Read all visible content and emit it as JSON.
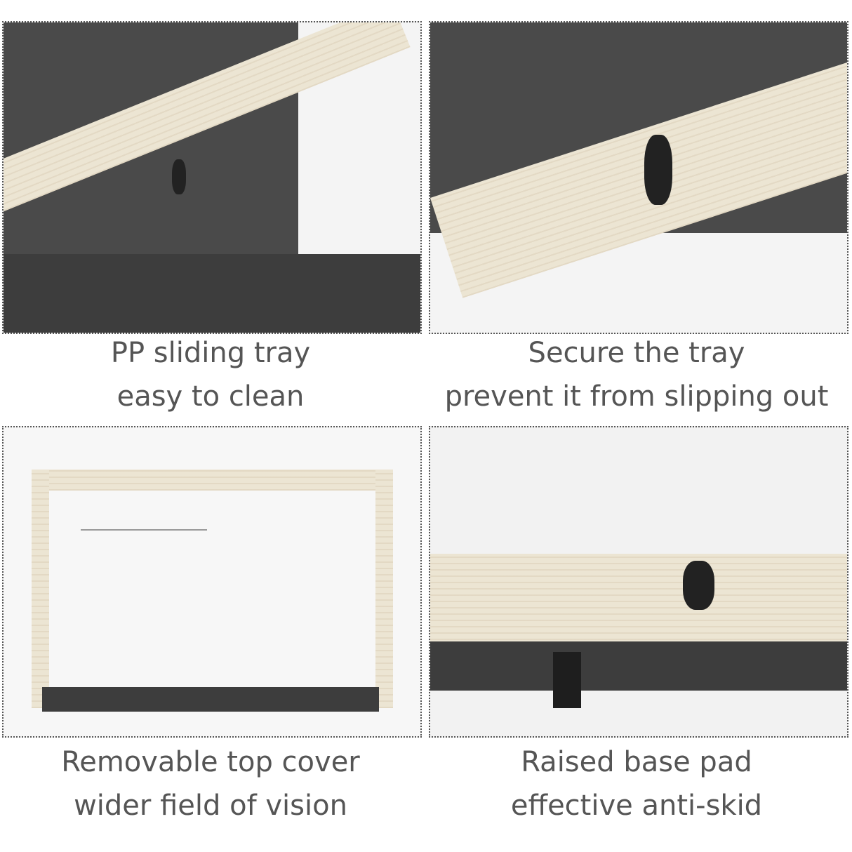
{
  "panels": [
    {
      "id": "sliding-tray",
      "caption_line1": "PP sliding tray",
      "caption_line2": "easy to clean"
    },
    {
      "id": "secure-tray",
      "caption_line1": "Secure the tray",
      "caption_line2": "prevent it from slipping out"
    },
    {
      "id": "top-cover",
      "caption_line1": "Removable top cover",
      "caption_line2": "wider field of vision"
    },
    {
      "id": "base-pad",
      "caption_line1": "Raised base pad",
      "caption_line2": "effective anti-skid"
    }
  ],
  "colors": {
    "text": "#555555",
    "wood": "#ece5d3",
    "tray": "#3d3d3d",
    "wire": "#9a9a9a"
  }
}
